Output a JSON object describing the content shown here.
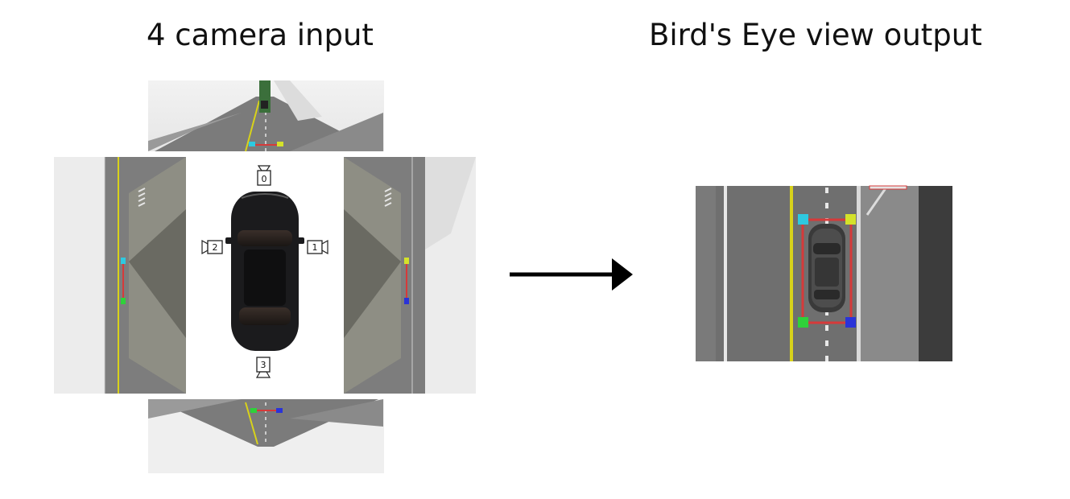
{
  "titles": {
    "input": "4 camera input",
    "output": "Bird's Eye view output"
  },
  "cameras": [
    {
      "id": "0",
      "position": "front"
    },
    {
      "id": "1",
      "position": "right"
    },
    {
      "id": "2",
      "position": "left"
    },
    {
      "id": "3",
      "position": "rear"
    }
  ],
  "colors": {
    "road": "#6f6f6f",
    "lane_yellow": "#d8d21a",
    "calib_box": "#d63a3a",
    "marker_cyan": "#2ec9e0",
    "marker_yellow": "#d4e22a",
    "marker_green": "#2ed13a",
    "marker_blue": "#2a33d8",
    "car_body": "#1b1b1d",
    "arrow": "#000000"
  }
}
